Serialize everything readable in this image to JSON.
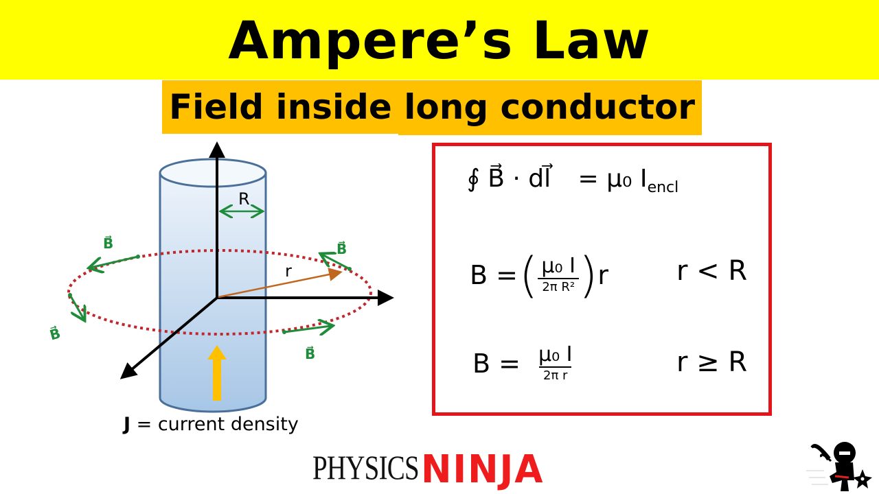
{
  "header": {
    "title": "Ampere’s Law",
    "subtitle": "Field inside long conductor",
    "banner_color": "#ffff00",
    "subtitle_color": "#ffc000"
  },
  "diagram": {
    "cylinder_label": "R",
    "radius_label": "r",
    "field_labels": [
      "B⃗",
      "B⃗",
      "B⃗",
      "B⃗"
    ],
    "caption_symbol": "J",
    "caption_text": " = current density",
    "colors": {
      "cylinder_fill_top": "#eaf2fa",
      "cylinder_fill_bottom": "#a9c8e8",
      "cylinder_stroke": "#4a709a",
      "field_green": "#1e8c3a",
      "loop_red": "#c0262b",
      "radius_brown": "#c0671f",
      "current_arrow": "#ffc000",
      "axis": "#000000"
    }
  },
  "equations": {
    "border_color": "#e3151a",
    "line1": {
      "lhs": "∮ B⃗ · dl⃗",
      "rhs": "= μ₀ I",
      "subscript": "encl"
    },
    "line2": {
      "lhs": "B =",
      "numerator": "μ₀ I",
      "denominator": "2π R²",
      "trailing": "r",
      "condition": "r < R"
    },
    "line3": {
      "lhs": "B =",
      "numerator": "μ₀ I",
      "denominator": "2π r",
      "condition": "r ≥ R"
    }
  },
  "footer": {
    "logo_part1": "PHYSICS",
    "logo_part2": "NINJA",
    "logo_part2_color": "#ee1c1c"
  }
}
